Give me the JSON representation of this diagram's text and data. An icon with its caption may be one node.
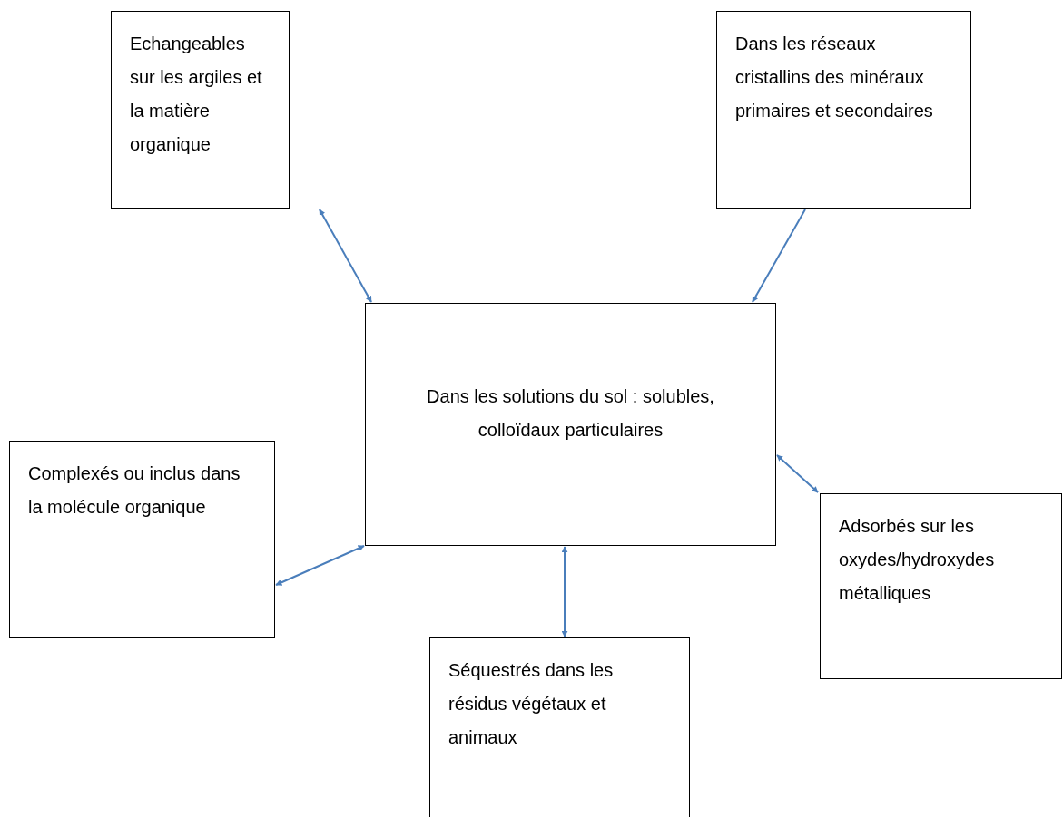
{
  "diagram": {
    "nodes": [
      {
        "text": [
          "Echangeables sur les argiles et la matière organique"
        ]
      },
      {
        "text": [
          "Dans les réseaux cristallins des minéraux primaires et secondaires"
        ]
      },
      {
        "text": [
          "Dans les solutions du sol : solubles, colloïdaux particulaires"
        ]
      },
      {
        "text": [
          "Complexés ou inclus dans la molécule organique"
        ]
      },
      {
        "text": [
          "Adsorbés sur les oxydes/hydroxydes métalliques"
        ]
      },
      {
        "text": [
          "Séquestrés dans les résidus végétaux et animaux"
        ]
      }
    ],
    "edges": [
      {
        "from": 0,
        "to": 2,
        "arrow": "both"
      },
      {
        "from": 1,
        "to": 2,
        "arrow": "to"
      },
      {
        "from": 2,
        "to": 4,
        "arrow": "both"
      },
      {
        "from": 3,
        "to": 2,
        "arrow": "both"
      },
      {
        "from": 2,
        "to": 5,
        "arrow": "both"
      }
    ]
  }
}
